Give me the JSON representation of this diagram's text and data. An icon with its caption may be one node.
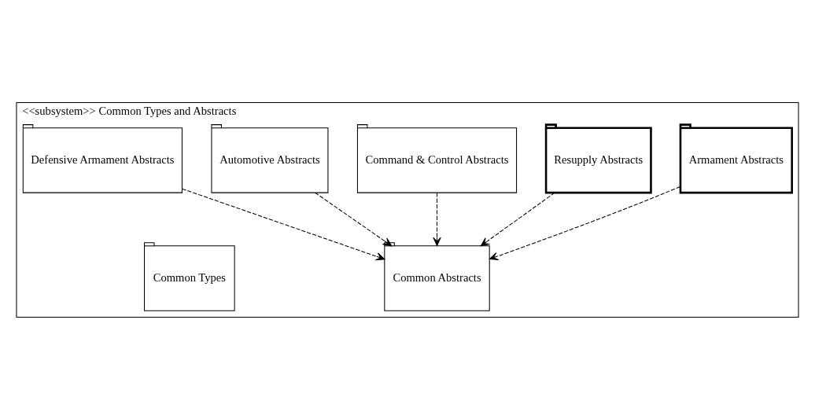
{
  "diagram": {
    "nodes": [
      {
        "text": [
          "<<subsystem>> Common Types and Abstracts"
        ]
      },
      {
        "text": [
          "Armament Abstracts"
        ],
        "in": 0
      },
      {
        "text": [
          "Resupply Abstracts"
        ],
        "in": 0
      },
      {
        "text": [
          "Command & Control Abstracts"
        ],
        "in": 0
      },
      {
        "text": [
          "Automotive Abstracts"
        ],
        "in": 0
      },
      {
        "text": [
          "Defensive Armament Abstracts"
        ],
        "in": 0
      },
      {
        "text": [
          "Common Types"
        ],
        "in": 0
      },
      {
        "text": [
          "Common Abstracts"
        ],
        "in": 0
      }
    ],
    "edges": [
      {
        "from": 1,
        "to": 7,
        "arrow": "to",
        "style": "dashed"
      },
      {
        "from": 2,
        "to": 7,
        "arrow": "to",
        "style": "dashed"
      },
      {
        "from": 3,
        "to": 7,
        "arrow": "to",
        "style": "dashed"
      },
      {
        "from": 4,
        "to": 7,
        "arrow": "to",
        "style": "dashed"
      },
      {
        "from": 5,
        "to": 7,
        "arrow": "to",
        "style": "dashed"
      }
    ]
  }
}
